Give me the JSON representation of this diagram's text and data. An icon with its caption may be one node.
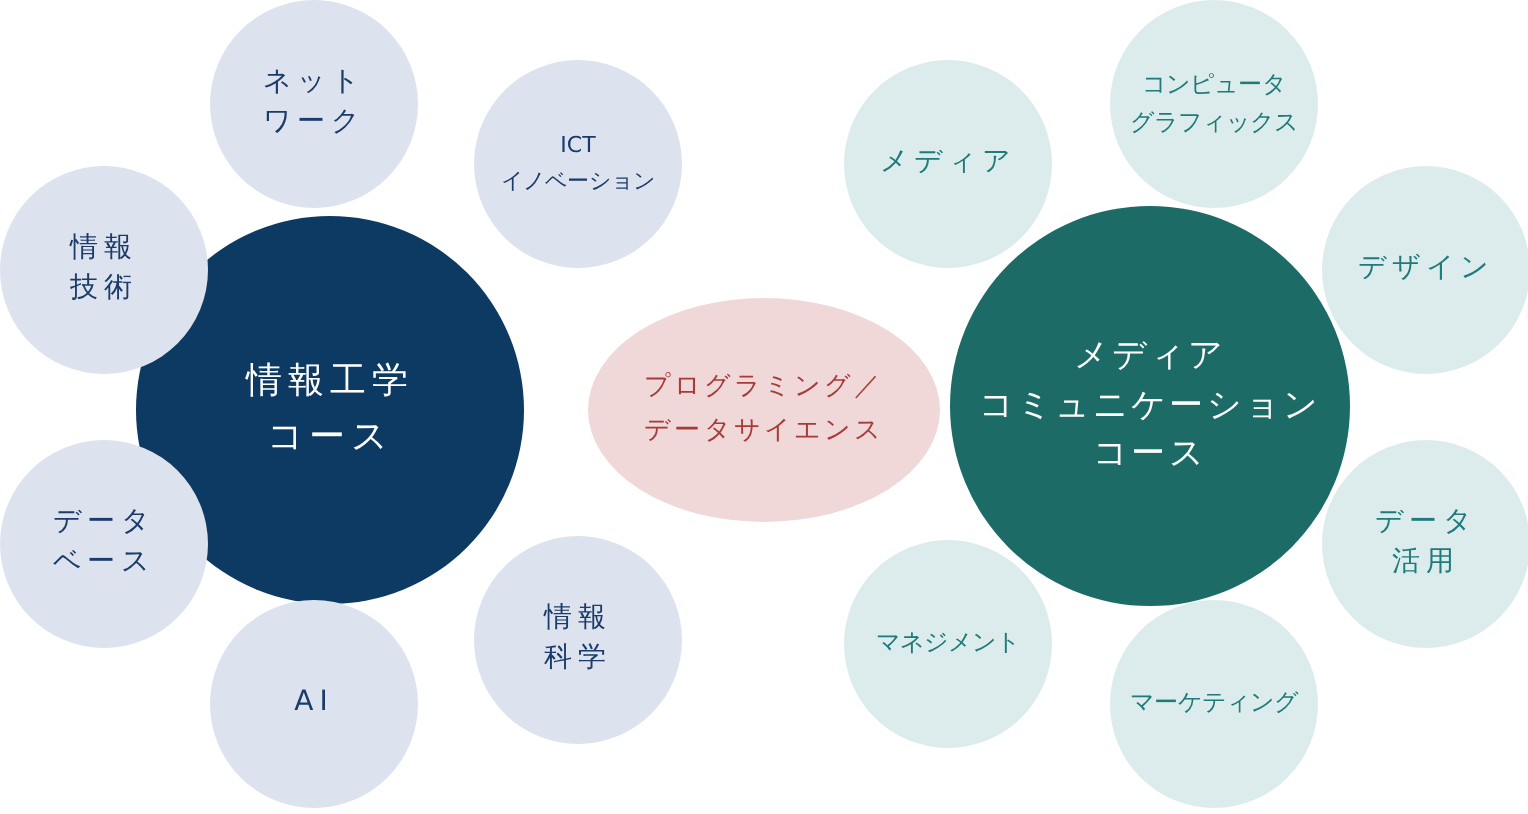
{
  "diagram": {
    "nodes": [
      {
        "text": [
          "情報工学コース"
        ]
      },
      {
        "text": [
          "ネットワーク"
        ]
      },
      {
        "text": [
          "ICTイノベーション"
        ]
      },
      {
        "text": [
          "情報技術"
        ]
      },
      {
        "text": [
          "データベース"
        ]
      },
      {
        "text": [
          "AI"
        ]
      },
      {
        "text": [
          "情報科学"
        ]
      },
      {
        "text": [
          "プログラミング／データサイエンス"
        ]
      },
      {
        "text": [
          "メディアコミュニケーションコース"
        ]
      },
      {
        "text": [
          "メディア"
        ]
      },
      {
        "text": [
          "コンピュータグラフィックス"
        ]
      },
      {
        "text": [
          "デザイン"
        ]
      },
      {
        "text": [
          "データ活用"
        ]
      },
      {
        "text": [
          "マネジメント"
        ]
      },
      {
        "text": [
          "マーケティング"
        ]
      }
    ]
  }
}
